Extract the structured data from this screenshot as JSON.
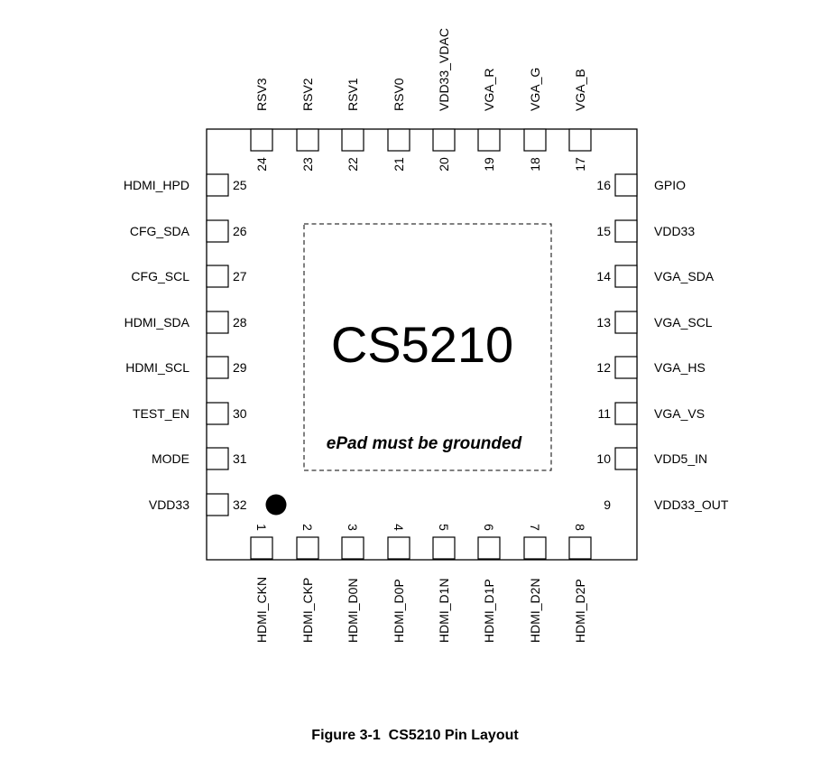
{
  "chip": {
    "name": "CS5210",
    "epad_note": "ePad must be grounded"
  },
  "pins": {
    "bottom": [
      {
        "num": "1",
        "name": "HDMI_CKN"
      },
      {
        "num": "2",
        "name": "HDMI_CKP"
      },
      {
        "num": "3",
        "name": "HDMI_D0N"
      },
      {
        "num": "4",
        "name": "HDMI_D0P"
      },
      {
        "num": "5",
        "name": "HDMI_D1N"
      },
      {
        "num": "6",
        "name": "HDMI_D1P"
      },
      {
        "num": "7",
        "name": "HDMI_D2N"
      },
      {
        "num": "8",
        "name": "HDMI_D2P"
      }
    ],
    "right": [
      {
        "num": "9",
        "name": "VDD33_OUT"
      },
      {
        "num": "10",
        "name": "VDD5_IN"
      },
      {
        "num": "11",
        "name": "VGA_VS"
      },
      {
        "num": "12",
        "name": "VGA_HS"
      },
      {
        "num": "13",
        "name": "VGA_SCL"
      },
      {
        "num": "14",
        "name": "VGA_SDA"
      },
      {
        "num": "15",
        "name": "VDD33"
      },
      {
        "num": "16",
        "name": "GPIO"
      }
    ],
    "top": [
      {
        "num": "17",
        "name": "VGA_B"
      },
      {
        "num": "18",
        "name": "VGA_G"
      },
      {
        "num": "19",
        "name": "VGA_R"
      },
      {
        "num": "20",
        "name": "VDD33_VDAC"
      },
      {
        "num": "21",
        "name": "RSV0"
      },
      {
        "num": "22",
        "name": "RSV1"
      },
      {
        "num": "23",
        "name": "RSV2"
      },
      {
        "num": "24",
        "name": "RSV3"
      }
    ],
    "left": [
      {
        "num": "25",
        "name": "HDMI_HPD"
      },
      {
        "num": "26",
        "name": "CFG_SDA"
      },
      {
        "num": "27",
        "name": "CFG_SCL"
      },
      {
        "num": "28",
        "name": "HDMI_SDA"
      },
      {
        "num": "29",
        "name": "HDMI_SCL"
      },
      {
        "num": "30",
        "name": "TEST_EN"
      },
      {
        "num": "31",
        "name": "MODE"
      },
      {
        "num": "32",
        "name": "VDD33"
      }
    ]
  },
  "caption": {
    "figure": "Figure 3-1",
    "title": "CS5210 Pin Layout"
  }
}
